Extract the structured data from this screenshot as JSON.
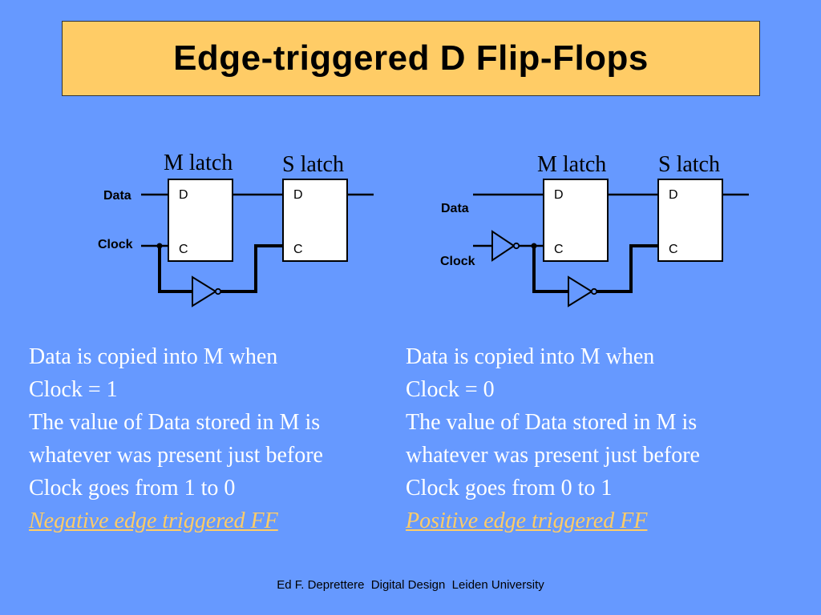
{
  "title": "Edge-triggered D Flip-Flops",
  "left_diagram": {
    "m_latch_label": "M latch",
    "s_latch_label": "S latch",
    "data_label": "Data",
    "clock_label": "Clock",
    "m_d_pin": "D",
    "m_c_pin": "C",
    "s_d_pin": "D",
    "s_c_pin": "C"
  },
  "right_diagram": {
    "m_latch_label": "M latch",
    "s_latch_label": "S latch",
    "data_label": "Data",
    "clock_label": "Clock",
    "m_d_pin": "D",
    "m_c_pin": "C",
    "s_d_pin": "D",
    "s_c_pin": "C"
  },
  "left_text": {
    "line1": "Data is copied into M when",
    "line2": "Clock = 1",
    "line3": "The value of Data stored in M is",
    "line4": "whatever was present just before",
    "line5": "Clock goes from 1 to 0",
    "emphasis": "Negative edge triggered FF"
  },
  "right_text": {
    "line1": "Data is copied into M when",
    "line2": "Clock = 0",
    "line3": "The value of Data stored in M is",
    "line4": "whatever was present just before",
    "line5": "Clock goes from 0 to 1",
    "emphasis": "Positive edge triggered FF"
  },
  "footer": "Ed F. Deprettere  Digital Design  Leiden University",
  "colors": {
    "background": "#6699ff",
    "title_box": "#ffcc66",
    "body_text": "#ffffff",
    "emphasis_text": "#ffcc66"
  }
}
